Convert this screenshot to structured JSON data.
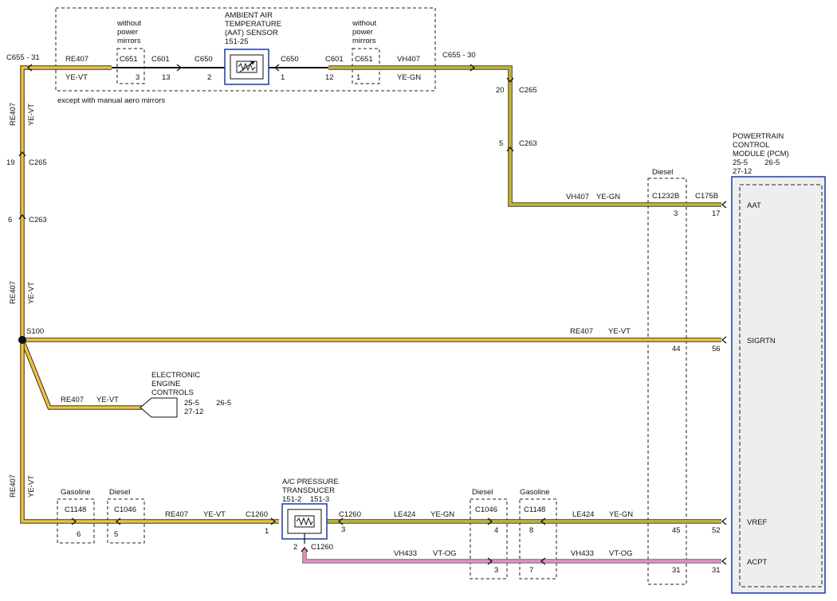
{
  "colors": {
    "yellow": "#f2c233",
    "green": "#86b630",
    "violet_pink": "#e38cbf",
    "component_blue": "#1a3aa8",
    "pcm_fill": "#eeeeee"
  },
  "aat_sensor": {
    "title_lines": [
      "AMBIENT AIR",
      "TEMPERATURE",
      "(AAT) SENSOR",
      "151-25"
    ]
  },
  "mirror_box": {
    "left_opt": [
      "without",
      "power",
      "mirrors"
    ],
    "right_opt": [
      "without",
      "power",
      "mirrors"
    ],
    "note": "except with manual aero mirrors"
  },
  "top_left": {
    "conn": "C655 - 31",
    "circuit": "RE407",
    "color": "YE-VT"
  },
  "top_right": {
    "conn": "C655 - 30",
    "circuit": "VH407",
    "color": "YE-GN"
  },
  "top_conns": {
    "c651_left": "C651",
    "c651_left_pin": "3",
    "c601_left": "C601",
    "c601_left_pin": "13",
    "c650_left": "C650",
    "c650_left_pin": "2",
    "c650_right": "C650",
    "c650_right_pin": "1",
    "c601_right": "C601",
    "c601_right_pin": "12",
    "c651_right": "C651",
    "c651_right_pin": "1"
  },
  "left_vertical": {
    "circuit": "RE407",
    "color": "YE-VT",
    "c265": "C265",
    "c265_pin": "19",
    "c263": "C263",
    "c263_pin": "6",
    "splice": "S100"
  },
  "right_vertical": {
    "c265": "C265",
    "c265_pin": "20",
    "c263": "C263",
    "c263_pin": "5"
  },
  "pcm": {
    "title_lines": [
      "POWERTRAIN",
      "CONTROL",
      "MODULE (PCM)"
    ],
    "refs_line1": "25-5        26-5",
    "refs_line2": "27-12",
    "connector": "C175B",
    "pins": [
      {
        "name": "AAT",
        "pin": "17"
      },
      {
        "name": "SIGRTN",
        "pin": "56"
      },
      {
        "name": "VREF",
        "pin": "52"
      },
      {
        "name": "ACPT",
        "pin": "31"
      }
    ]
  },
  "diesel_box": {
    "label": "Diesel",
    "connector": "C1232B",
    "pins": [
      "3",
      "44",
      "45",
      "31"
    ]
  },
  "aat_wire": {
    "circuit": "VH407",
    "color": "YE-GN"
  },
  "sigrtn_wire": {
    "circuit": "RE407",
    "color": "YE-VT"
  },
  "eec": {
    "circuit": "RE407",
    "color": "YE-VT",
    "title_lines": [
      "ELECTRONIC",
      "ENGINE",
      "CONTROLS"
    ],
    "refs_line1": "25-5        26-5",
    "refs_line2": "27-12"
  },
  "bottom_left": {
    "circuit": "RE407",
    "color": "YE-VT",
    "gas_label": "Gasoline",
    "gas_conn": "C1148",
    "gas_pin": "6",
    "diesel_label": "Diesel",
    "diesel_conn": "C1046",
    "diesel_pin": "5",
    "wire_circuit": "RE407",
    "wire_color": "YE-VT",
    "c1260": "C1260",
    "c1260_pin": "1"
  },
  "ac_transducer": {
    "title_lines": [
      "A/C PRESSURE",
      "TRANSDUCER"
    ],
    "refs": "151-2    151-3",
    "right_conn": "C1260",
    "right_pin": "3",
    "bottom_conn": "C1260",
    "bottom_pin": "2"
  },
  "vref_wire": {
    "circuit": "LE424",
    "color": "YE-GN",
    "diesel_label": "Diesel",
    "diesel_conn": "C1046",
    "diesel_pin": "4",
    "gas_label": "Gasoline",
    "gas_conn": "C1148",
    "gas_pin": "8",
    "circuit2": "LE424",
    "color2": "YE-GN"
  },
  "acpt_wire": {
    "circuit": "VH433",
    "color": "VT-OG",
    "diesel_pin": "3",
    "gas_pin": "7",
    "circuit2": "VH433",
    "color2": "VT-OG"
  }
}
